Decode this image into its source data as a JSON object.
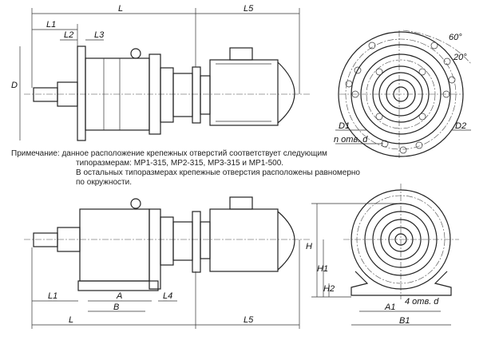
{
  "top_view": {
    "dims": {
      "L": "L",
      "L1": "L1",
      "L2": "L2",
      "L3": "L3",
      "L5": "L5",
      "D": "D"
    }
  },
  "flange_view": {
    "labels": {
      "angle1": "60°",
      "angle2": "20°",
      "D1": "D1",
      "D2": "D2",
      "holes": "n отв. d"
    }
  },
  "note": {
    "prefix": "Примечание:",
    "line1": "данное расположение крепежных отверстий соответствует следующим",
    "line2": "типоразмерам: МР1-315, МР2-315, МР3-315 и МР1-500.",
    "line3": "В остальных типоразмерах крепежные отверстия расположены равномерно",
    "line4": "по окружности."
  },
  "bottom_view": {
    "dims": {
      "L": "L",
      "L1": "L1",
      "L4": "L4",
      "L5": "L5",
      "A": "A",
      "B": "B"
    }
  },
  "foot_view": {
    "dims": {
      "H": "H",
      "H1": "H1",
      "H2": "H2",
      "A1": "A1",
      "B1": "B1",
      "holes": "4 отв. d"
    }
  }
}
